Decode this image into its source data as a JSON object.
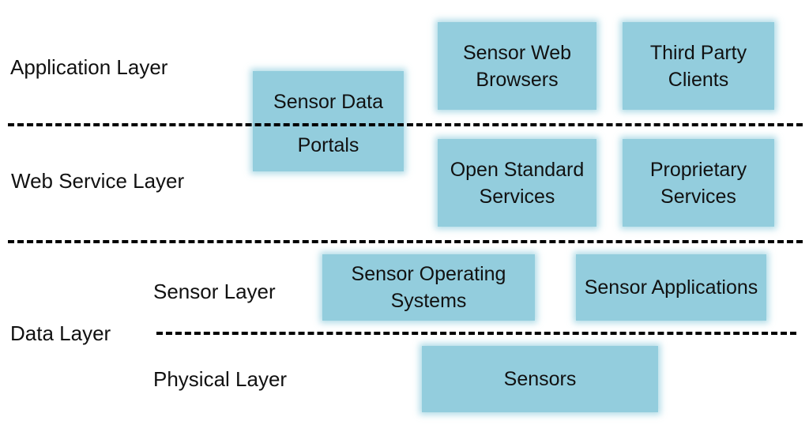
{
  "layers": {
    "application": "Application Layer",
    "web_service": "Web Service Layer",
    "data": "Data Layer",
    "sensor": "Sensor Layer",
    "physical": "Physical Layer"
  },
  "boxes": {
    "sensor_data_line1": "Sensor Data",
    "sensor_data_line2": "Portals",
    "sensor_web_browsers": "Sensor Web\nBrowsers",
    "third_party_clients": "Third Party\nClients",
    "open_standard_services": "Open Standard\nServices",
    "proprietary_services": "Proprietary\nServices",
    "sensor_operating_systems": "Sensor Operating\nSystems",
    "sensor_applications": "Sensor Applications",
    "sensors": "Sensors"
  },
  "colors": {
    "box_fill": "#93cddd",
    "divider": "#000000",
    "background": "#ffffff"
  }
}
